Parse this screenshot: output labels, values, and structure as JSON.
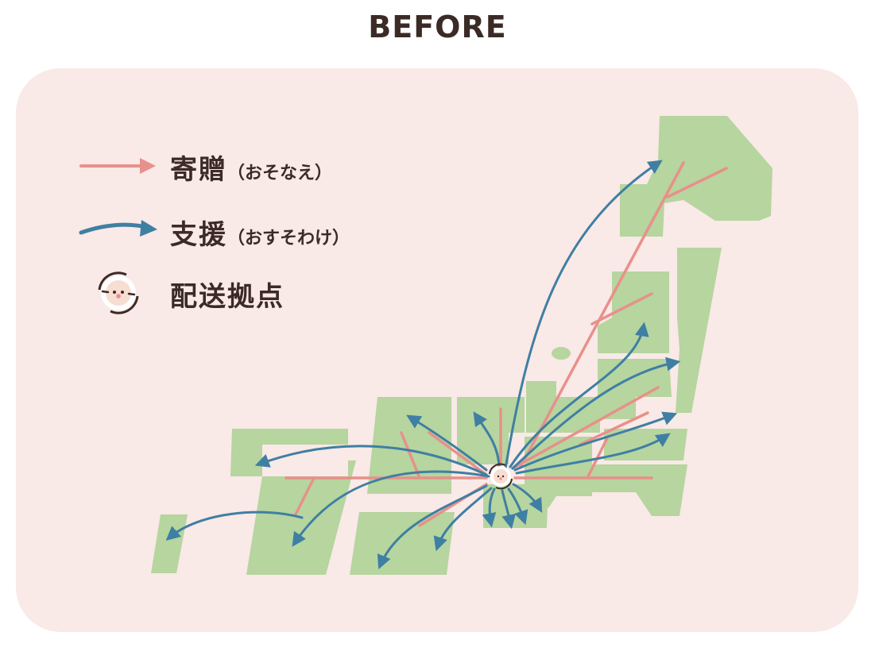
{
  "title": "BEFORE",
  "legend": {
    "donation_label": "寄贈",
    "donation_reading": "（おそなえ）",
    "support_label": "支援",
    "support_reading": "（おすそわけ）",
    "hub_label": "配送拠点"
  },
  "colors": {
    "background_panel": "#f9e9e7",
    "land": "#b6d59f",
    "donation_arrow": "#e8908a",
    "support_arrow": "#3f7fa3",
    "text": "#3b2a25"
  },
  "icons": {
    "hub": "hub-face-icon"
  }
}
